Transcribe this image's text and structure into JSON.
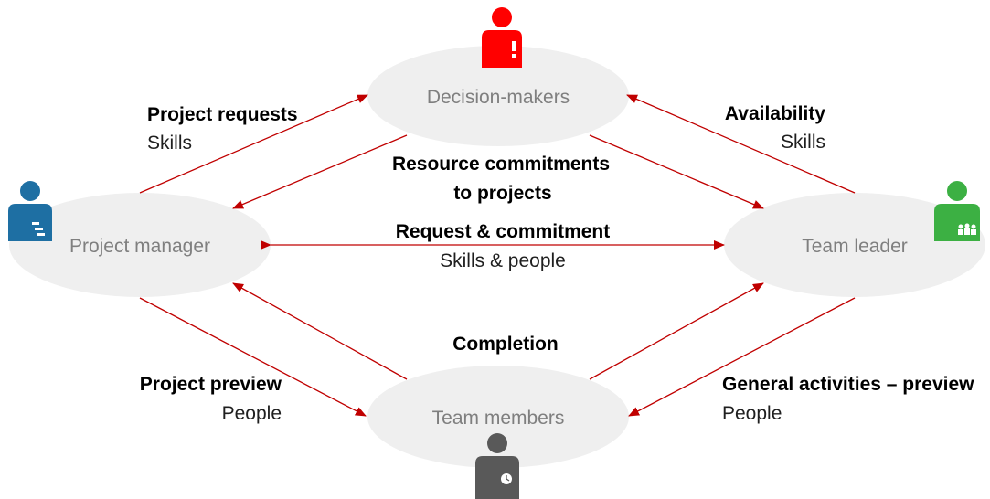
{
  "colors": {
    "node_fill": "#efefef",
    "node_text": "#7f7f7f",
    "arrow": "#c00000",
    "decision_makers_icon": "#ff0000",
    "project_manager_icon": "#1e6fa3",
    "team_leader_icon": "#3cb043",
    "team_members_icon": "#595959"
  },
  "nodes": {
    "decision_makers": {
      "label": "Decision-makers",
      "icon": "person-alert-icon"
    },
    "project_manager": {
      "label": "Project manager",
      "icon": "person-gantt-icon"
    },
    "team_leader": {
      "label": "Team leader",
      "icon": "person-team-icon"
    },
    "team_members": {
      "label": "Team members",
      "icon": "person-clock-icon"
    }
  },
  "edges": {
    "project_requests": {
      "title": "Project requests",
      "sub": "Skills"
    },
    "availability": {
      "title": "Availability",
      "sub": "Skills"
    },
    "resource_commitments": {
      "line1": "Resource commitments",
      "line2": "to projects"
    },
    "request_commitment": {
      "title": "Request & commitment",
      "sub": "Skills & people"
    },
    "completion": {
      "title": "Completion"
    },
    "project_preview": {
      "title": "Project preview",
      "sub": "People"
    },
    "general_activities": {
      "title": "General activities – preview",
      "sub": "People"
    }
  }
}
